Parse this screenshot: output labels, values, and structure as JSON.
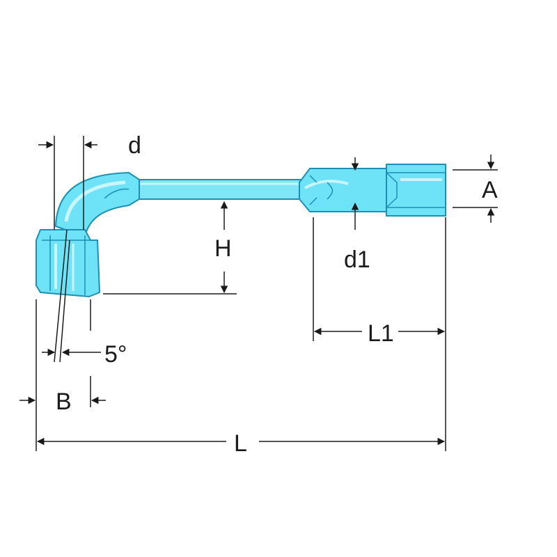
{
  "diagram": {
    "labels": {
      "d": "d",
      "A": "A",
      "H": "H",
      "d1": "d1",
      "L1": "L1",
      "angle": "5°",
      "B": "B",
      "L": "L"
    },
    "colors": {
      "tool_fill": "#6ee2f7",
      "tool_light": "#bdf3fc",
      "tool_outline": "#1c8fb3",
      "dimension": "#1a1a1a"
    }
  }
}
